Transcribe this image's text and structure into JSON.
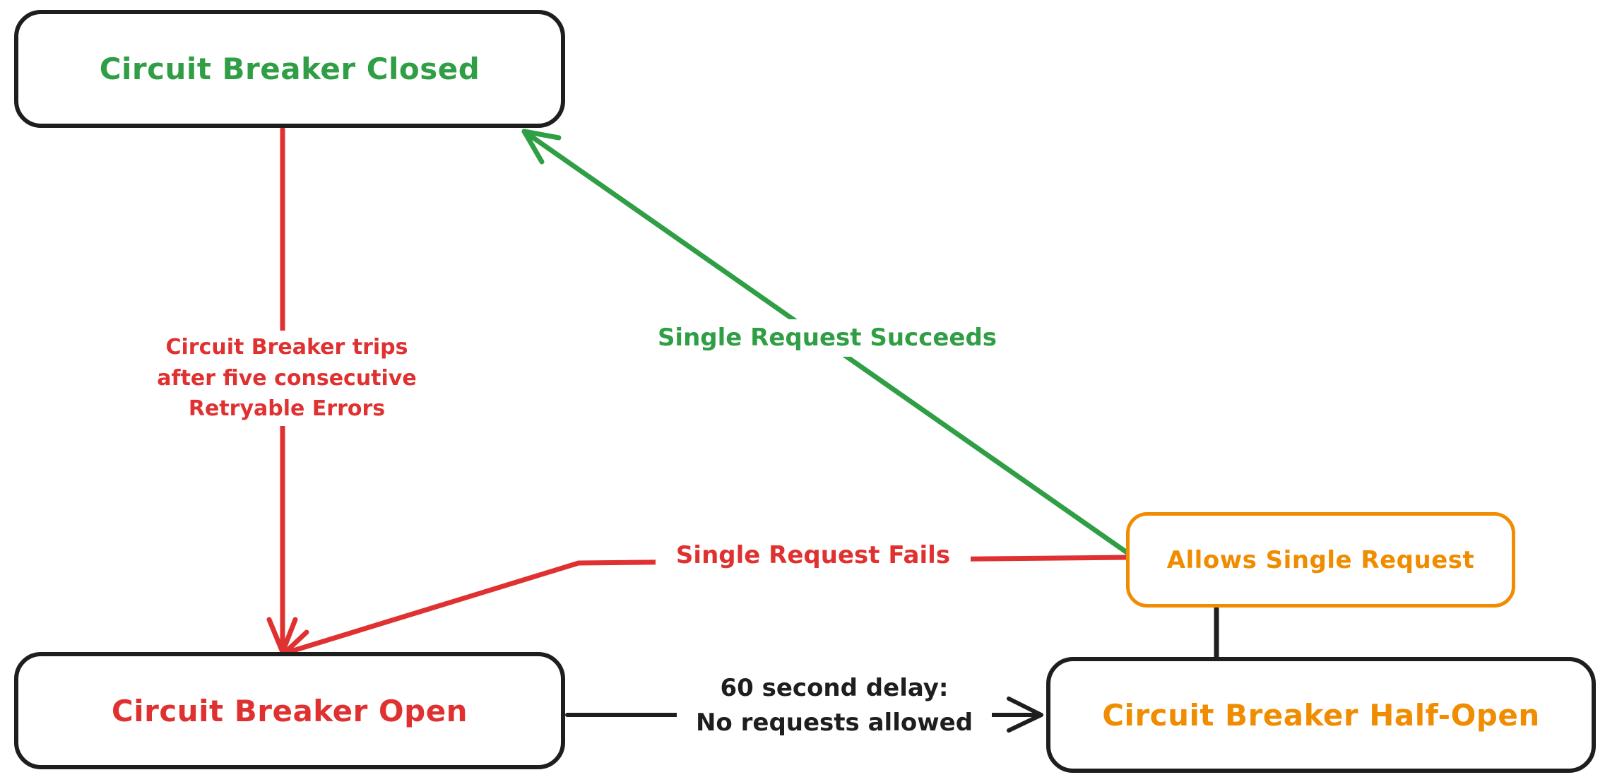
{
  "palette": {
    "green": "#2f9e44",
    "red": "#e03131",
    "orange": "#f08c00",
    "ink": "#1e1e1e",
    "background": "#ffffff"
  },
  "states": {
    "closed": {
      "label": "Circuit Breaker Closed",
      "color": "#2f9e44"
    },
    "open": {
      "label": "Circuit Breaker Open",
      "color": "#e03131"
    },
    "half_open": {
      "label": "Circuit Breaker Half-Open",
      "color": "#f08c00"
    },
    "allows": {
      "label": "Allows Single Request",
      "color": "#f08c00"
    }
  },
  "transitions": {
    "trip": {
      "from": "closed",
      "to": "open",
      "color": "#e03131",
      "lines": [
        "Circuit Breaker trips",
        "after five consecutive",
        "Retryable Errors"
      ]
    },
    "succeeds": {
      "from": "allows",
      "to": "closed",
      "color": "#2f9e44",
      "label": "Single Request Succeeds"
    },
    "fails": {
      "from": "allows",
      "to": "open",
      "color": "#e03131",
      "label": "Single Request Fails"
    },
    "delay": {
      "from": "open",
      "to": "half_open",
      "color": "#1e1e1e",
      "lines": [
        "60 second delay:",
        "No requests allowed"
      ]
    },
    "probe": {
      "from": "half_open",
      "to": "allows",
      "color": "#1e1e1e"
    }
  }
}
